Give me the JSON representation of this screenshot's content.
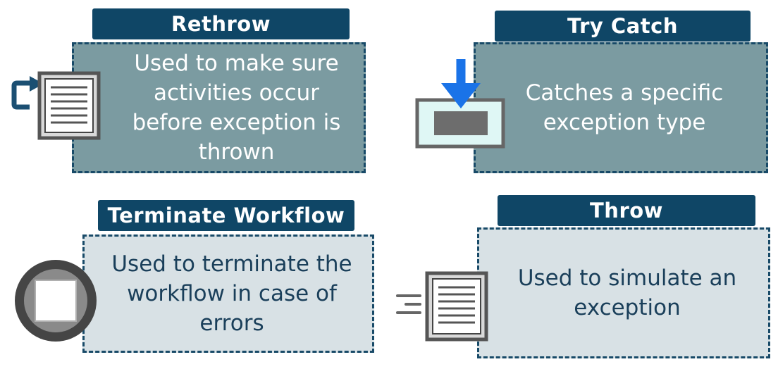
{
  "cards": {
    "rethrow": {
      "title": "Rethrow",
      "description": "Used to make sure activities occur before exception is thrown",
      "icon": "rethrow-document-icon"
    },
    "try_catch": {
      "title": "Try Catch",
      "description": "Catches a specific exception type",
      "icon": "catch-tray-icon"
    },
    "terminate_workflow": {
      "title": "Terminate Workflow",
      "description": "Used to terminate the workflow in case of errors",
      "icon": "stop-circle-icon"
    },
    "throw": {
      "title": "Throw",
      "description": "Used to simulate an exception",
      "icon": "throw-document-icon"
    }
  },
  "colors": {
    "title_bar": "#0f4666",
    "dark_box": "#7b9ba1",
    "light_box": "#d8e1e5",
    "border": "#184a68",
    "accent_blue": "#1a73e8"
  }
}
